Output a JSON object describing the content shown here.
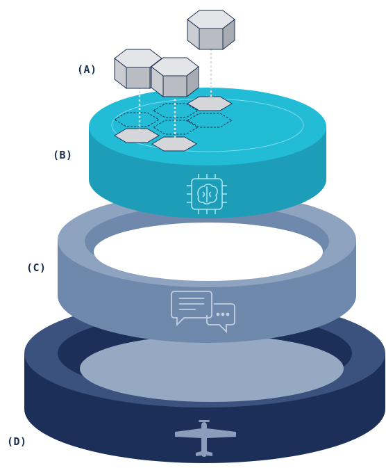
{
  "layers": [
    {
      "id": "a",
      "label": "(A)",
      "content": "data-blocks",
      "icon": "hexagonal-prism-icon"
    },
    {
      "id": "b",
      "label": "(B)",
      "content": "processor",
      "icon": "brain-chip-icon"
    },
    {
      "id": "c",
      "label": "(C)",
      "content": "communication",
      "icon": "chat-bubbles-icon"
    },
    {
      "id": "d",
      "label": "(D)",
      "content": "aircraft",
      "icon": "airplane-icon"
    }
  ],
  "colors": {
    "layer_b": "#1fbcd6",
    "layer_c": "#7b93b3",
    "layer_d": "#1c2f58",
    "block": "#cdd0d4",
    "label": "#1c2f4f"
  }
}
